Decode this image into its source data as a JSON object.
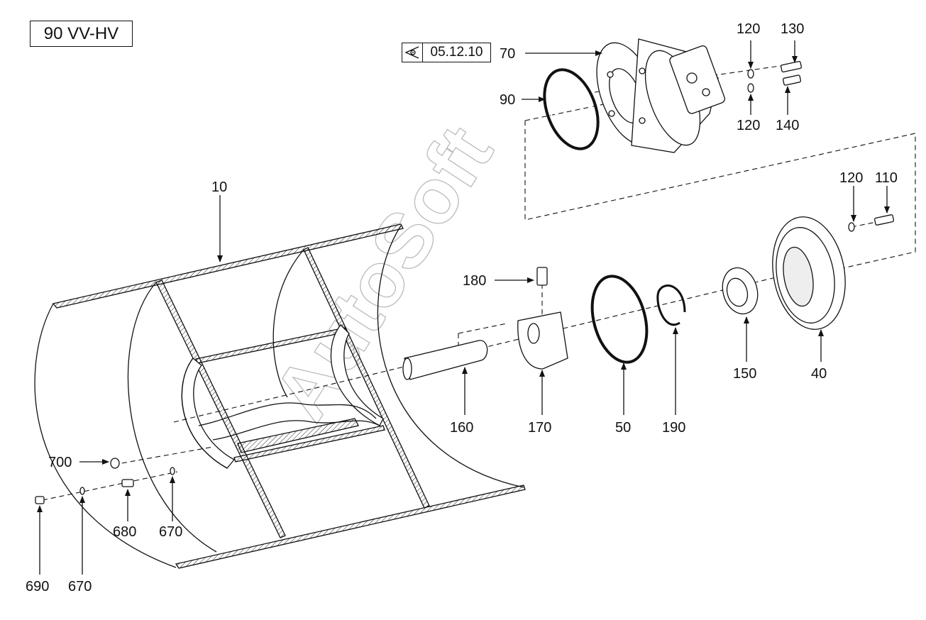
{
  "diagram": {
    "title": "90 VV-HV",
    "reference": "05.12.10",
    "watermark": "AutoSoft",
    "part_labels": {
      "p10": "10",
      "p40": "40",
      "p50": "50",
      "p70": "70",
      "p90": "90",
      "p110": "110",
      "p120a": "120",
      "p120b": "120",
      "p120c": "120",
      "p130": "130",
      "p140": "140",
      "p150": "150",
      "p160": "160",
      "p170": "170",
      "p180": "180",
      "p190": "190",
      "p670a": "670",
      "p670b": "670",
      "p680": "680",
      "p690": "690",
      "p700": "700"
    }
  }
}
